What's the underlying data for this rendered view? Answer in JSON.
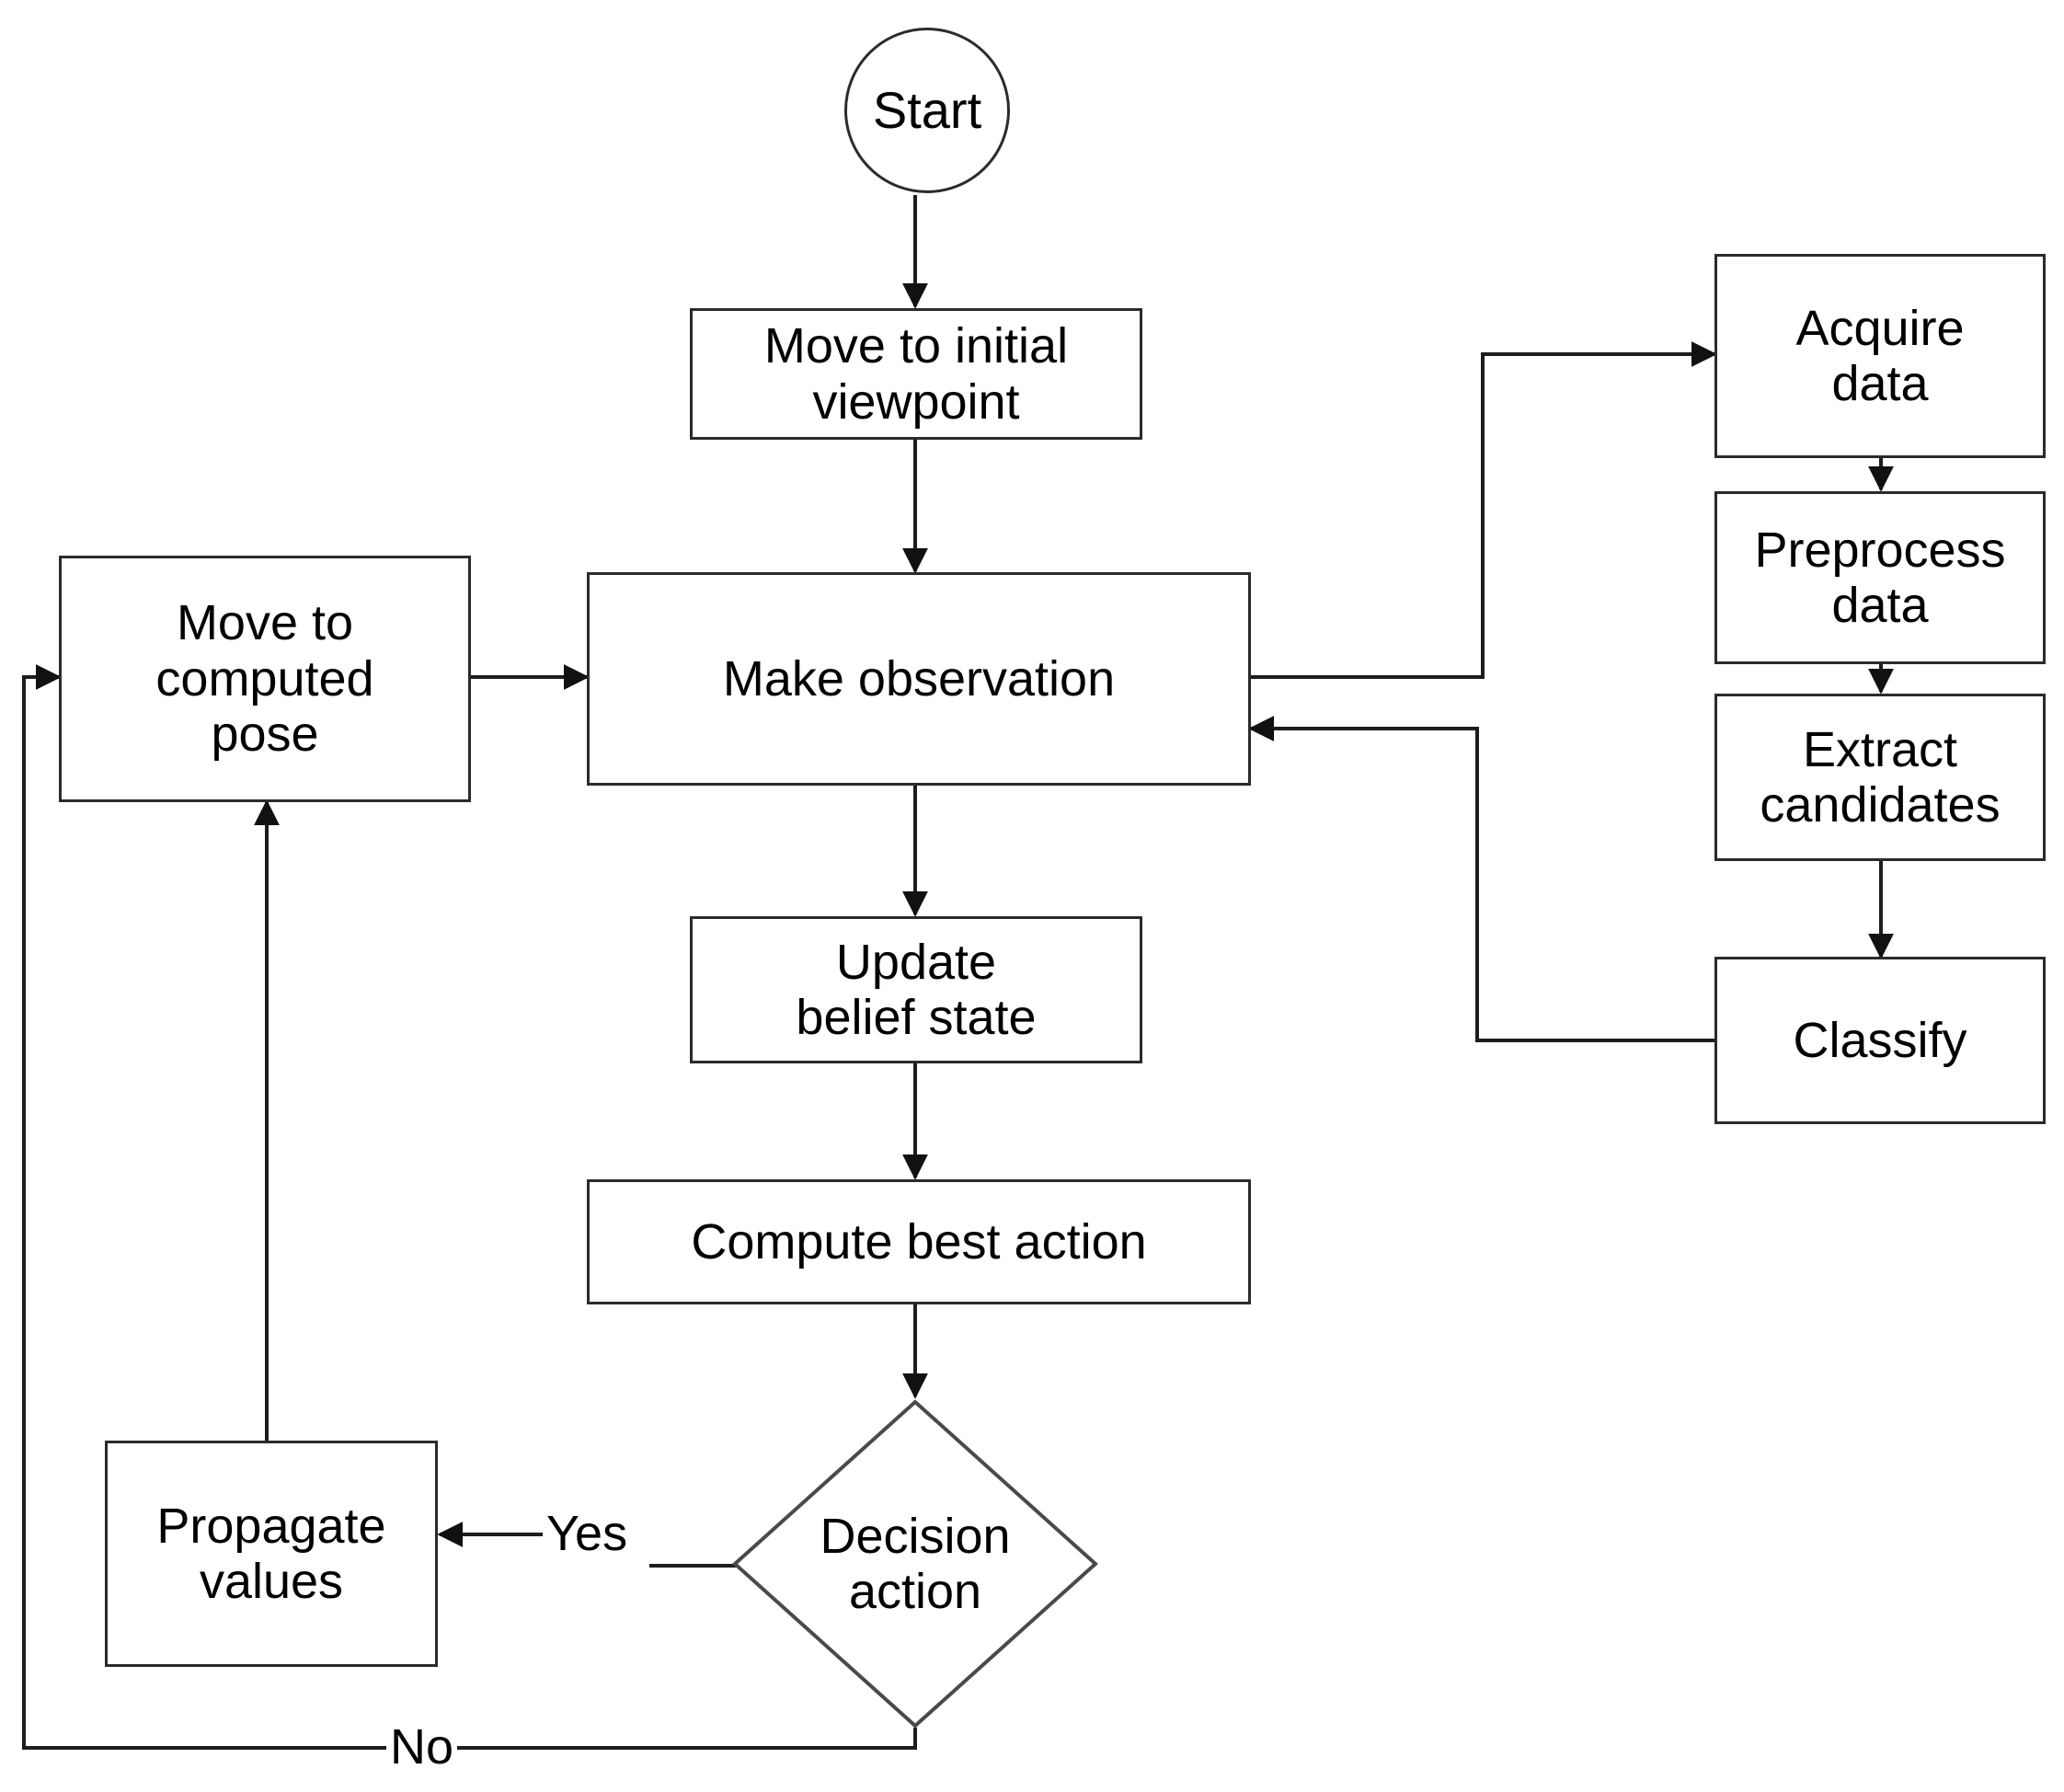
{
  "diagram": {
    "title": "Active vision POMDP flowchart",
    "background_color": "#ffffff",
    "stroke_color": "#2b2b2b",
    "text_color": "#000000"
  },
  "nodes": {
    "start": {
      "label": "Start",
      "shape": "circle"
    },
    "move_initial": {
      "label": "Move to initial\nviewpoint",
      "shape": "rect"
    },
    "move_computed": {
      "label": "Move to\ncomputed\npose",
      "shape": "rect"
    },
    "make_observation": {
      "label": "Make observation",
      "shape": "rect"
    },
    "update_belief": {
      "label": "Update\nbelief state",
      "shape": "rect"
    },
    "compute_action": {
      "label": "Compute best action",
      "shape": "rect"
    },
    "decision": {
      "label": "Decision\naction",
      "shape": "diamond"
    },
    "propagate": {
      "label": "Propagate\nvalues",
      "shape": "rect"
    },
    "acquire": {
      "label": "Acquire\ndata",
      "shape": "rect"
    },
    "preprocess": {
      "label": "Preprocess\ndata",
      "shape": "rect"
    },
    "extract": {
      "label": "Extract\ncandidates",
      "shape": "rect"
    },
    "classify": {
      "label": "Classify",
      "shape": "rect"
    }
  },
  "edge_labels": {
    "yes": "Yes",
    "no": "No"
  },
  "flow": [
    {
      "from": "start",
      "to": "move_initial"
    },
    {
      "from": "move_initial",
      "to": "make_observation"
    },
    {
      "from": "move_computed",
      "to": "make_observation"
    },
    {
      "from": "make_observation",
      "to": "acquire"
    },
    {
      "from": "acquire",
      "to": "preprocess"
    },
    {
      "from": "preprocess",
      "to": "extract"
    },
    {
      "from": "extract",
      "to": "classify"
    },
    {
      "from": "classify",
      "to": "make_observation"
    },
    {
      "from": "make_observation",
      "to": "update_belief"
    },
    {
      "from": "update_belief",
      "to": "compute_action"
    },
    {
      "from": "compute_action",
      "to": "decision"
    },
    {
      "from": "decision",
      "to": "propagate",
      "label": "yes"
    },
    {
      "from": "propagate",
      "to": "move_computed"
    },
    {
      "from": "decision",
      "to": "move_computed",
      "label": "no"
    }
  ]
}
